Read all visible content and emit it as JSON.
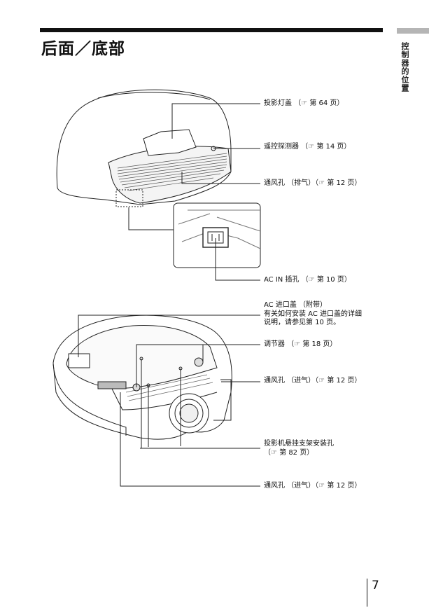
{
  "page": {
    "title": "后面／底部",
    "side_tab": "控制器的位置",
    "page_number": "7"
  },
  "rear_labels": {
    "lamp_cover": "投影灯盖 （☞ 第 64 页）",
    "remote_sensor": "遥控探测器 （☞ 第 14 页）",
    "exhaust_vent": "通风孔 （排气）（☞ 第 12 页）",
    "ac_in": "AC IN 插孔 （☞ 第 10 页）"
  },
  "bottom_labels": {
    "ac_cover_line1": "AC 进口盖 （附带）",
    "ac_cover_line2": "有关如何安装 AC 进口盖的详细",
    "ac_cover_line3": "说明，请参见第 10 页。",
    "adjuster": "调节器 （☞ 第 18 页）",
    "intake_vent_1": "通风孔 （进气）（☞ 第 12 页）",
    "mount_holes_line1": "投影机悬挂支架安装孔",
    "mount_holes_line2": "（☞ 第 82 页）",
    "intake_vent_2": "通风孔 （进气）（☞ 第 12 页）"
  }
}
